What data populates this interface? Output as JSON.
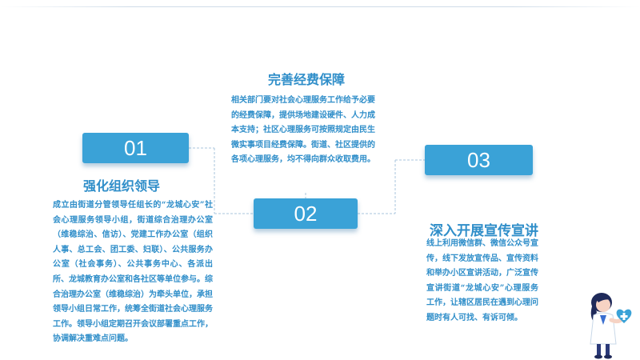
{
  "sections": [
    {
      "number": "01",
      "title": "强化组织领导",
      "body": "成立由街道分管领导任组长的“龙城心安”社会心理服务领导小组，街道综合治理办公室（维稳综治、信访）、党建工作办公室（组织人事、总工会、团工委、妇联）、公共服务办公室（社会事务）、公共事务中心、各派出所、龙城教育办公室和各社区等单位参与。综合治理办公室（维稳综治）为牵头单位，承担领导小组日常工作，统筹全街道社会心理服务工作。领导小组定期召开会议部署重点工作，协调解决重难点问题。"
    },
    {
      "number": "02",
      "title": "完善经费保障",
      "body": "相关部门要对社会心理服务工作给予必要的经费保障，提供场地建设硬件、人力成本支持；社区心理服务可按照规定由民生微实事项目经费保障。街道、社区提供的各项心理服务，均不得向群众收取费用。"
    },
    {
      "number": "03",
      "title": "深入开展宣传宣讲",
      "body": "线上利用微信群、微信公众号宣传，线下发放宣传品、宣传资料和举办小区宣讲活动，广泛宣传宣讲街道“龙城心安”心理服务工作，让辖区居民在遇到心理问题时有人可找、有诉可倾。"
    }
  ],
  "colors": {
    "accent": "#3aa2d7",
    "text": "#2f8ec9",
    "connector": "#a9c6dd",
    "background": "#ffffff"
  },
  "illustration": "nurse-holding-heart-icon"
}
